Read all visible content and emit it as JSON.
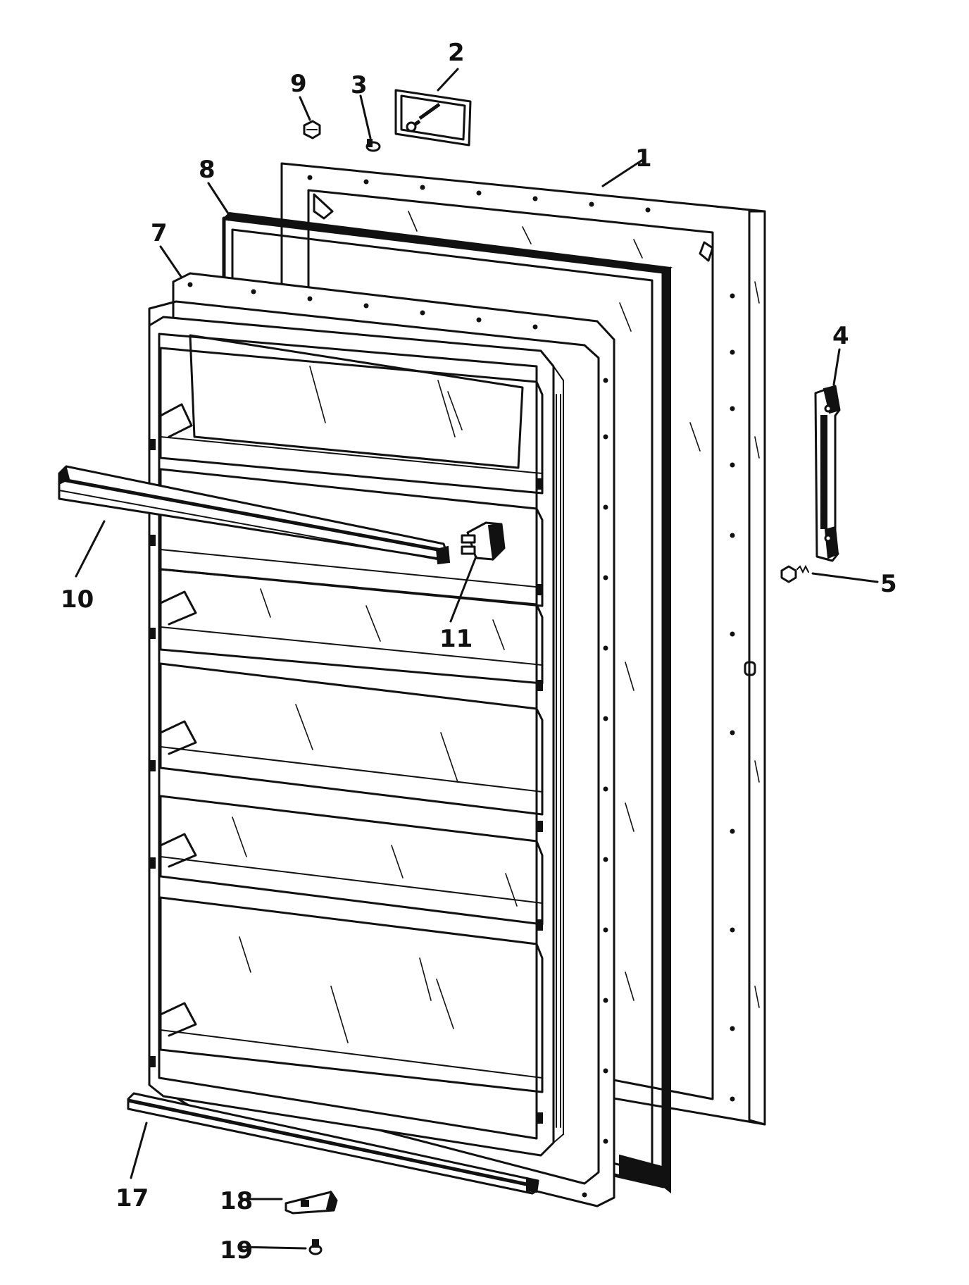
{
  "diagram": {
    "callouts": [
      {
        "id": "1",
        "label": "1"
      },
      {
        "id": "2",
        "label": "2"
      },
      {
        "id": "3",
        "label": "3"
      },
      {
        "id": "4",
        "label": "4"
      },
      {
        "id": "5",
        "label": "5"
      },
      {
        "id": "7",
        "label": "7"
      },
      {
        "id": "8",
        "label": "8"
      },
      {
        "id": "9",
        "label": "9"
      },
      {
        "id": "10",
        "label": "10"
      },
      {
        "id": "11",
        "label": "11"
      },
      {
        "id": "17",
        "label": "17"
      },
      {
        "id": "18",
        "label": "18"
      },
      {
        "id": "19",
        "label": "19"
      }
    ]
  }
}
